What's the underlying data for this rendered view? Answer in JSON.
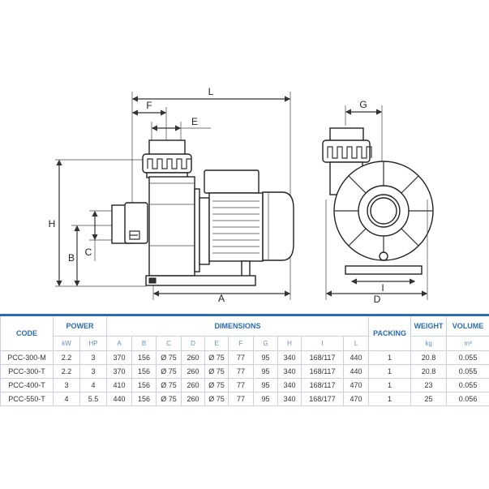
{
  "drawing": {
    "labels": {
      "L": "L",
      "F": "F",
      "E": "E",
      "H": "H",
      "B": "B",
      "C": "C",
      "A": "A",
      "G": "G",
      "I": "I",
      "D": "D"
    }
  },
  "table": {
    "headers": {
      "code": "CODE",
      "power": "POWER",
      "dimensions": "DIMENSIONS",
      "packing": "PACKING",
      "weight": "WEIGHT",
      "volume": "VOLUME"
    },
    "subheaders": [
      "kW",
      "HP",
      "A",
      "B",
      "C",
      "D",
      "E",
      "F",
      "G",
      "H",
      "I",
      "L",
      "kg",
      "m³"
    ],
    "rows": [
      [
        "PCC-300-M",
        "2.2",
        "3",
        "370",
        "156",
        "Ø 75",
        "260",
        "Ø 75",
        "77",
        "95",
        "340",
        "168/117",
        "440",
        "1",
        "20.8",
        "0.055"
      ],
      [
        "PCC-300-T",
        "2.2",
        "3",
        "370",
        "156",
        "Ø 75",
        "260",
        "Ø 75",
        "77",
        "95",
        "340",
        "168/117",
        "440",
        "1",
        "20.8",
        "0.055"
      ],
      [
        "PCC-400-T",
        "3",
        "4",
        "410",
        "156",
        "Ø 75",
        "260",
        "Ø 75",
        "77",
        "95",
        "340",
        "168/117",
        "470",
        "1",
        "23",
        "0.055"
      ],
      [
        "PCC-550-T",
        "4",
        "5.5",
        "440",
        "156",
        "Ø 75",
        "260",
        "Ø 75",
        "77",
        "95",
        "340",
        "168/177",
        "470",
        "1",
        "25",
        "0.056"
      ]
    ],
    "accent_color": "#2b6cb0"
  }
}
